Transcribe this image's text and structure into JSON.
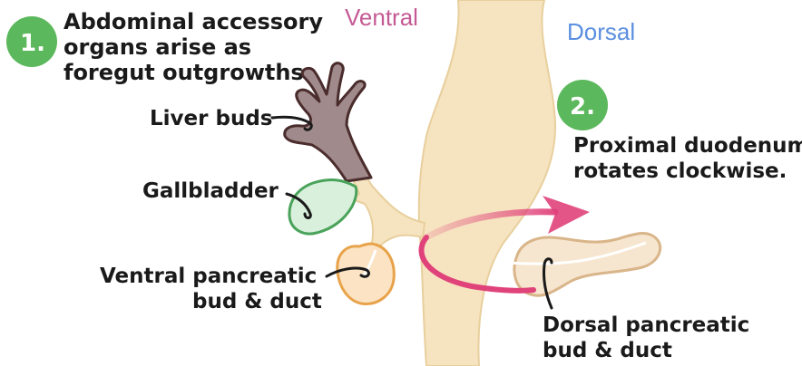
{
  "orientation": {
    "ventral": "Ventral",
    "dorsal": "Dorsal"
  },
  "steps": [
    {
      "number": "1.",
      "lines": [
        "Abdominal accessory",
        "organs arise as",
        "foregut outgrowths."
      ]
    },
    {
      "number": "2.",
      "lines": [
        "Proximal duodenum",
        "rotates clockwise."
      ]
    }
  ],
  "labels": {
    "liver_buds": "Liver buds",
    "gallbladder": "Gallbladder",
    "ventral_pancreatic": [
      "Ventral pancreatic",
      "bud & duct"
    ],
    "dorsal_pancreatic": [
      "Dorsal pancreatic",
      "bud & duct"
    ]
  },
  "colors": {
    "badge_green": "#5cb85c",
    "ventral_pink": "#c45a94",
    "dorsal_blue": "#5b8fe0",
    "gut_fill": "#f6e4c0",
    "gut_stroke": "#e8cf9d",
    "liver_fill": "#a08a8c",
    "liver_stroke": "#4a2c2c",
    "gallbladder_fill": "#d8f0dc",
    "gallbladder_stroke": "#4aa35a",
    "pancreas_fill": "#fbe3c4",
    "pancreas_stroke": "#e8a34a",
    "dorsal_pancreas_stroke": "#d9b58a",
    "arrow_pink": "#e0427a"
  }
}
